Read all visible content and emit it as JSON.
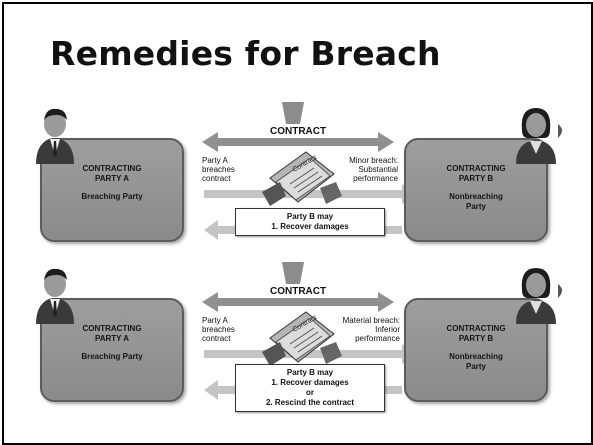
{
  "slide": {
    "title": "Remedies for Breach"
  },
  "diagrams": [
    {
      "contract_label": "CONTRACT",
      "left_party": {
        "name_line1": "CONTRACTING",
        "name_line2": "PARTY A",
        "role": "Breaching Party"
      },
      "right_party": {
        "name_line1": "CONTRACTING",
        "name_line2": "PARTY B",
        "role_line1": "Nonbreaching",
        "role_line2": "Party"
      },
      "left_text": [
        "Party A",
        "breaches",
        "contract"
      ],
      "right_text": [
        "Minor breach:",
        "Substantial",
        "performance"
      ],
      "document_label": "Contract",
      "remedy": [
        "Party B may",
        "1. Recover damages"
      ]
    },
    {
      "contract_label": "CONTRACT",
      "left_party": {
        "name_line1": "CONTRACTING",
        "name_line2": "PARTY A",
        "role": "Breaching Party"
      },
      "right_party": {
        "name_line1": "CONTRACTING",
        "name_line2": "PARTY B",
        "role_line1": "Nonbreaching",
        "role_line2": "Party"
      },
      "left_text": [
        "Party A",
        "breaches",
        "contract"
      ],
      "right_text": [
        "Material breach:",
        "Inferior",
        "performance"
      ],
      "document_label": "Contract",
      "remedy": [
        "Party B may",
        "1. Recover damages",
        "or",
        "2. Rescind the contract"
      ]
    }
  ]
}
